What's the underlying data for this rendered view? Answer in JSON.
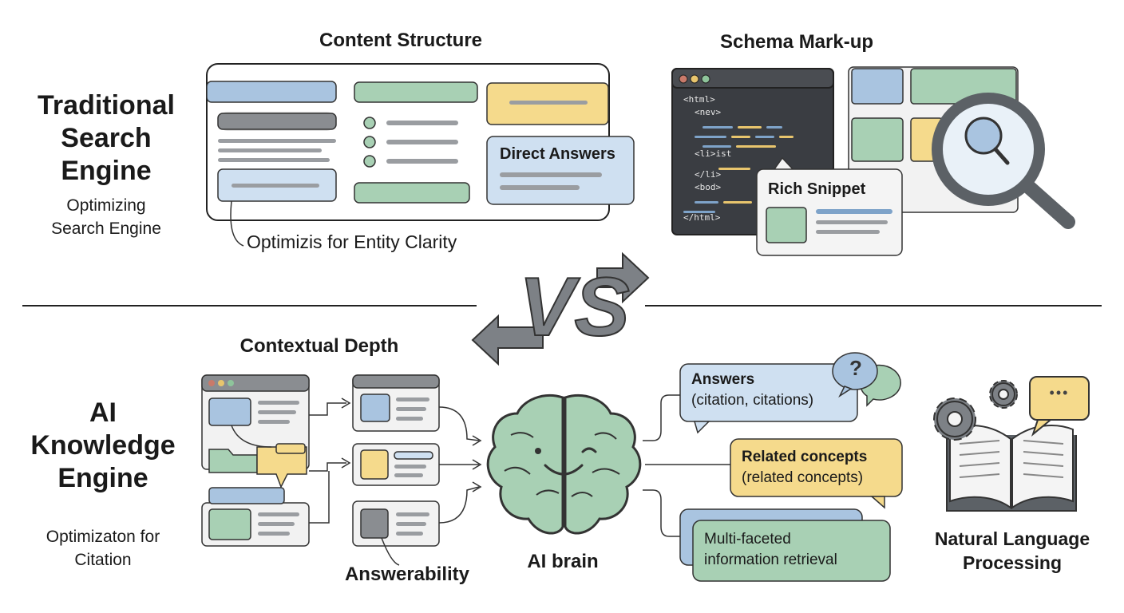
{
  "top": {
    "engine_title": [
      "Traditional",
      "Search",
      "Engine"
    ],
    "engine_subtitle": [
      "Optimizing",
      "Search Engine"
    ],
    "content_structure": {
      "header": "Content Structure",
      "direct_answers": "Direct Answers",
      "entity_caption": "Optimizis for Entity Clarity"
    },
    "schema": {
      "header": "Schema Mark-up",
      "code_lines": [
        "<html>",
        "<nev>",
        "<li>ist",
        "</li>",
        "<bod>",
        "</html>"
      ],
      "rich_snippet": "Rich Snippet"
    }
  },
  "vs_label": "VS",
  "bottom": {
    "engine_title": [
      "AI",
      "Knowledge",
      "Engine"
    ],
    "engine_subtitle": [
      "Optimizaton for",
      "Citation"
    ],
    "contextual_depth": "Contextual Depth",
    "answerability": "Answerability",
    "ai_brain": "AI brain",
    "outputs": {
      "answers_title": "Answers",
      "answers_sub": "(citation, citations)",
      "related_title": "Related concepts",
      "related_sub": "(related concepts)",
      "multi_line1": "Multi-faceted",
      "multi_line2": "information retrieval"
    },
    "nlp": [
      "Natural Language",
      "Processing"
    ],
    "question_glyph": "?",
    "ellipsis_glyph": "•••"
  },
  "colors": {
    "blue": "#a9c4e0",
    "green": "#a8d0b4",
    "yellow": "#f5da8c",
    "gray": "#8a8d91",
    "ink": "#333333"
  }
}
